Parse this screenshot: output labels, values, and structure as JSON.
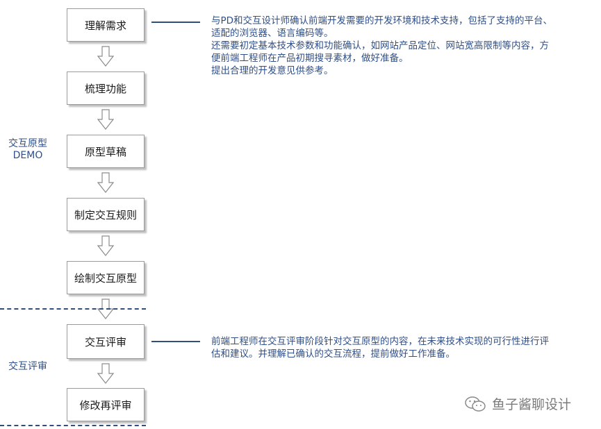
{
  "steps": [
    "理解需求",
    "梳理功能",
    "原型草稿",
    "制定交互规则",
    "绘制交互原型",
    "交互评审",
    "修改再评审"
  ],
  "phases": {
    "demo": {
      "line1": "交互原型",
      "line2": "DEMO"
    },
    "review": "交互评审"
  },
  "notes": {
    "requirements": [
      "与PD和交互设计师确认前端开发需要的开发环境和技术支持，包括了支持的平台、",
      "适配的浏览器、语言编码等。",
      "还需要初定基本技术参数和功能确认，如网站产品定位、网站宽高限制等内容，方",
      "便前端工程师在产品初期搜寻素材，做好准备。",
      "提出合理的开发意见供参考。"
    ],
    "review": [
      "前端工程师在交互评审阶段针对交互原型的内容，在未来技术实现的可行性进行评",
      "估和建议。并理解已确认的交互流程，提前做好工作准备。"
    ]
  },
  "watermark": "鱼子酱聊设计",
  "colors": {
    "accent": "#2f4e7a",
    "note_text": "#2f4f88"
  },
  "icons": {
    "watermark": "wechat-icon",
    "flow": "down-arrow-icon"
  }
}
